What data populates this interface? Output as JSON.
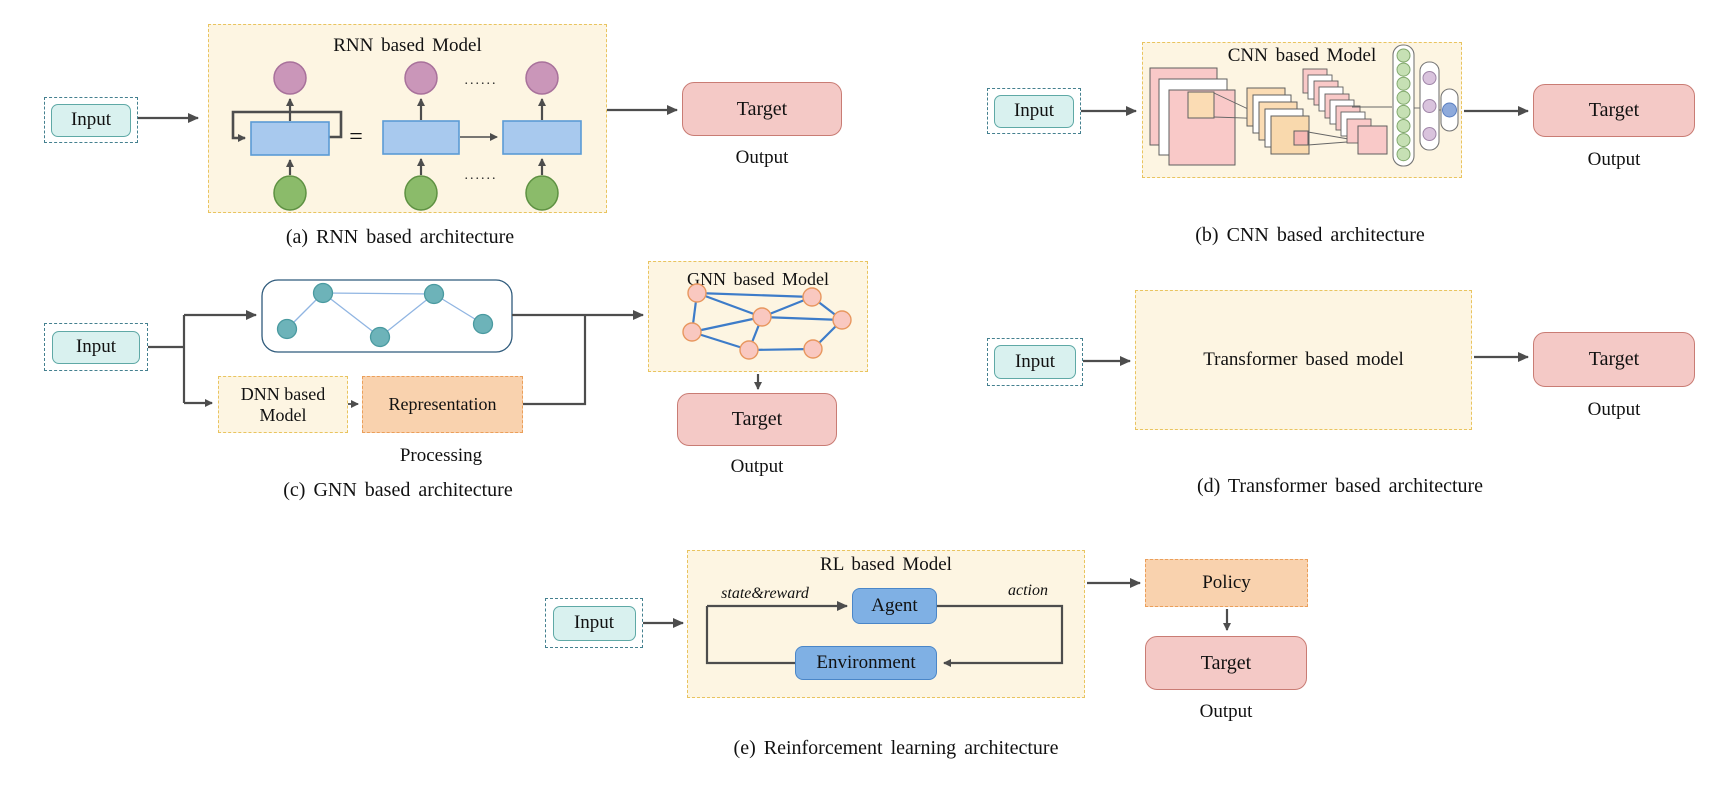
{
  "palette": {
    "canvas_bg": "#ffffff",
    "model_box_fill": "#fdf5e2",
    "model_box_border": "#e9c45f",
    "input_fill": "#d9f1ef",
    "input_border": "#5fa9a6",
    "input_outer_border": "#44808f",
    "target_fill": "#f4c9c6",
    "target_border": "#c97c74",
    "orange_fill": "#f9d2ae",
    "orange_border": "#eb9f5a",
    "rnn_cell_fill": "#a8c9ee",
    "rnn_cell_border": "#5b9bd5",
    "rl_box_fill": "#7fb0e4",
    "rl_box_border": "#4a86c8",
    "green_node": "#8bbb6a",
    "purple_node": "#ca96b9",
    "teal_node": "#6db3b9",
    "gnn_node_fill": "#f9c8c0",
    "gnn_node_border": "#e8975f",
    "gnn_edge": "#3d7cc9",
    "arrow": "#4d4d4d"
  },
  "panels": {
    "a": {
      "input": "Input",
      "title": "RNN based Model",
      "equals": "=",
      "dots_top": "......",
      "dots_bottom": "......",
      "target": "Target",
      "output": "Output",
      "caption": "(a) RNN based architecture"
    },
    "b": {
      "input": "Input",
      "title": "CNN based Model",
      "target": "Target",
      "output": "Output",
      "caption": "(b) CNN based architecture"
    },
    "c": {
      "input": "Input",
      "title": "GNN based Model",
      "dnn_model": "DNN based Model",
      "representation": "Representation",
      "processing": "Processing",
      "target": "Target",
      "output": "Output",
      "caption": "(c) GNN based architecture"
    },
    "d": {
      "input": "Input",
      "model": "Transformer based model",
      "target": "Target",
      "output": "Output",
      "caption": "(d) Transformer based architecture"
    },
    "e": {
      "input": "Input",
      "title": "RL based Model",
      "agent": "Agent",
      "environment": "Environment",
      "state_reward": "state&reward",
      "action": "action",
      "policy": "Policy",
      "target": "Target",
      "output": "Output",
      "caption": "(e) Reinforcement learning architecture"
    }
  }
}
